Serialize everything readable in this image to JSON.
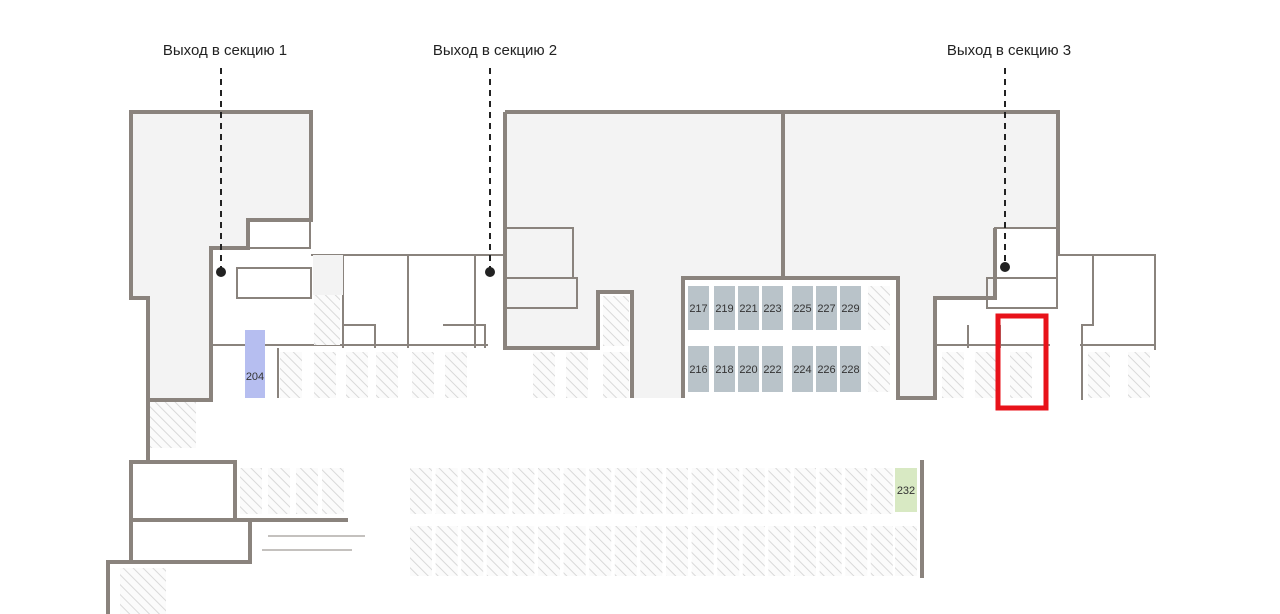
{
  "exits": [
    {
      "label": "Выход в секцию 1"
    },
    {
      "label": "Выход в секцию 2"
    },
    {
      "label": "Выход в секцию 3"
    }
  ],
  "spots_top_row": [
    "217",
    "219",
    "221",
    "223",
    "225",
    "227",
    "229"
  ],
  "spots_bottom_row": [
    "216",
    "218",
    "220",
    "222",
    "224",
    "226",
    "228"
  ],
  "spot_204": {
    "number": "204",
    "status": "highlighted-blue"
  },
  "spot_232": {
    "number": "232",
    "status": "highlighted-green"
  },
  "selected_storage": {
    "marker": "red-frame"
  },
  "colors": {
    "wall": "#8a837d",
    "room_fill": "#f3f3f3",
    "spot_available": "#b9c3c9",
    "spot_204": "#b6bef0",
    "spot_232": "#d8e9c3",
    "selection": "#e8121a"
  }
}
